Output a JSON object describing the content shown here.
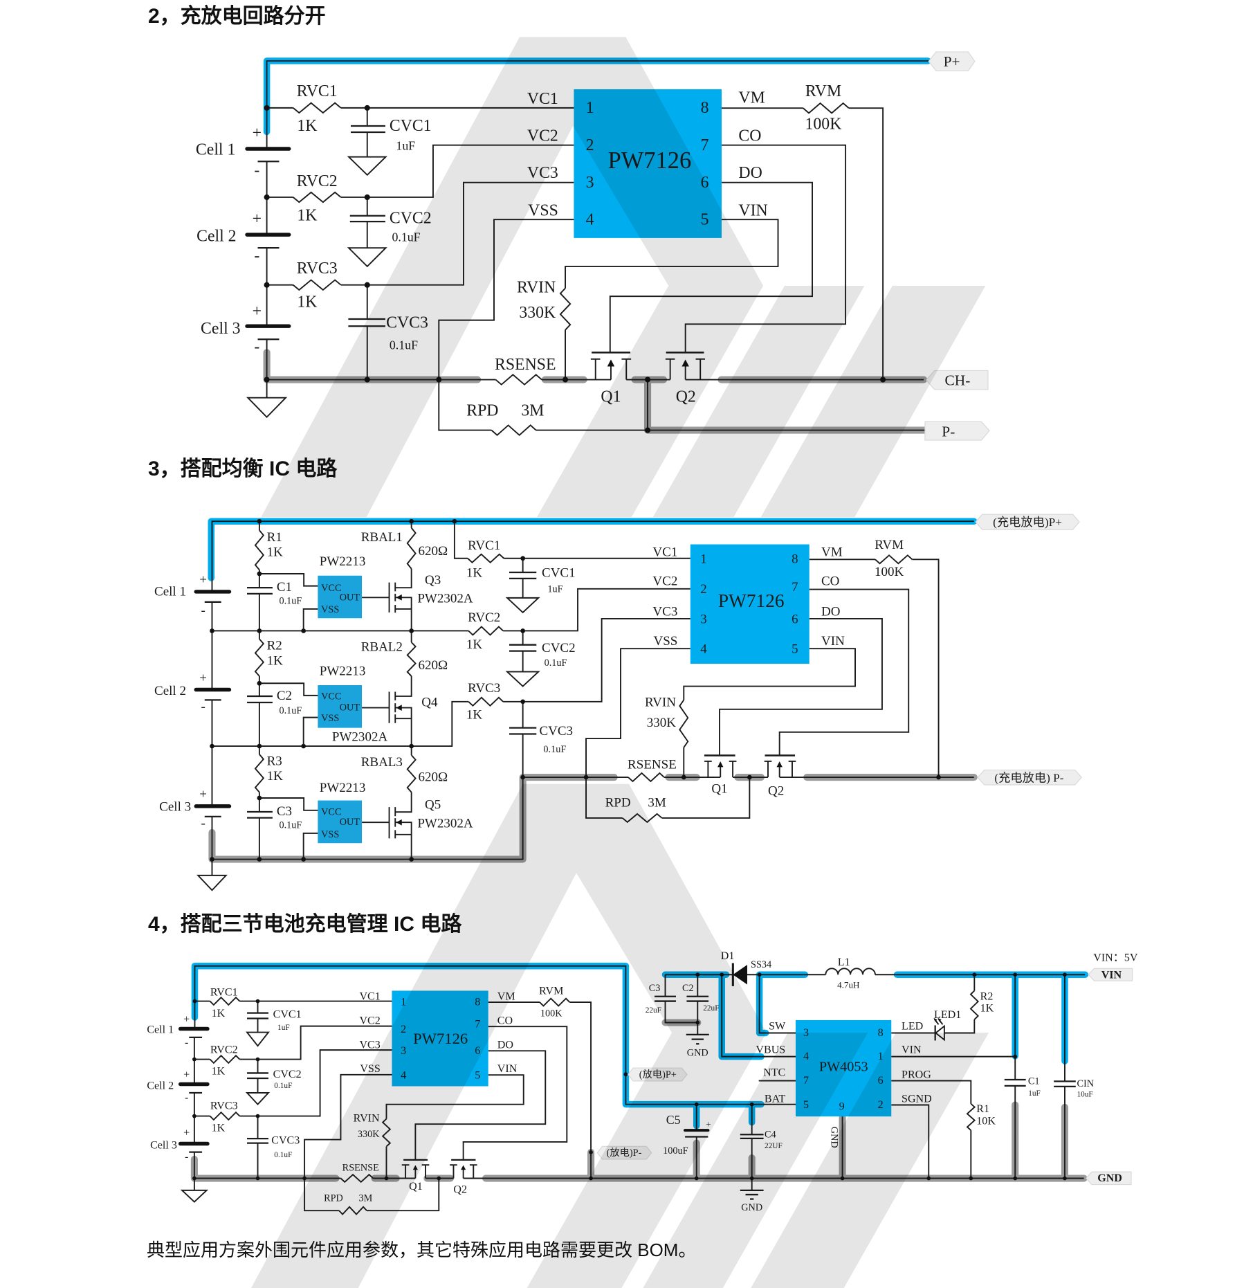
{
  "page": {
    "section2_title": "2，充放电回路分开",
    "section3_title": "3，搭配均衡 IC 电路",
    "section4_title": "4，搭配三节电池充电管理 IC 电路",
    "footnote": "典型应用方案外围元件应用参数，其它特殊应用电路需要更改 BOM。"
  },
  "colors": {
    "ic_fill": "#00aeef",
    "balance_ic_fill": "#1ba3dc",
    "positive_highlight": "#00aeef",
    "negative_highlight": "#8a8a8a",
    "port_tag": "#eeeeee",
    "watermark": "rgba(0,0,0,0.1)"
  },
  "c1": {
    "plus": "+",
    "minus": "-",
    "cells": [
      "Cell 1",
      "Cell 2",
      "Cell 3"
    ],
    "rvc1": {
      "ref": "RVC1",
      "value": "1K"
    },
    "rvc2": {
      "ref": "RVC2",
      "value": "1K"
    },
    "rvc3": {
      "ref": "RVC3",
      "value": "1K"
    },
    "cvc1": {
      "ref": "CVC1",
      "value": "1uF"
    },
    "cvc2": {
      "ref": "CVC2",
      "value": "0.1uF"
    },
    "cvc3": {
      "ref": "CVC3",
      "value": "0.1uF"
    },
    "ic": {
      "part": "PW7126",
      "pins": [
        {
          "num": "1",
          "net": "VC1"
        },
        {
          "num": "2",
          "net": "VC2"
        },
        {
          "num": "3",
          "net": "VC3"
        },
        {
          "num": "4",
          "net": "VSS"
        },
        {
          "num": "5",
          "net": "VIN"
        },
        {
          "num": "6",
          "net": "DO"
        },
        {
          "num": "7",
          "net": "CO"
        },
        {
          "num": "8",
          "net": "VM"
        }
      ]
    },
    "rvm": {
      "ref": "RVM",
      "value": "100K"
    },
    "rvin": {
      "ref": "RVIN",
      "value": "330K"
    },
    "rsense": {
      "ref": "RSENSE"
    },
    "rpd": {
      "ref": "RPD",
      "value": "3M"
    },
    "q1": "Q1",
    "q2": "Q2",
    "ports": {
      "pos": "P+",
      "charge_neg": "CH-",
      "neg": "P-"
    }
  },
  "c2": {
    "plus": "+",
    "minus": "-",
    "cells": [
      "Cell 1",
      "Cell 2",
      "Cell 3"
    ],
    "r1": {
      "ref": "R1",
      "value": "1K"
    },
    "r2": {
      "ref": "R2",
      "value": "1K"
    },
    "r3": {
      "ref": "R3",
      "value": "1K"
    },
    "c1": {
      "ref": "C1",
      "value": "0.1uF"
    },
    "c2": {
      "ref": "C2",
      "value": "0.1uF"
    },
    "c3": {
      "ref": "C3",
      "value": "0.1uF"
    },
    "balance_ic": {
      "part": "PW2213",
      "vcc": "VCC",
      "out": "OUT",
      "vss": "VSS"
    },
    "rbal1": {
      "ref": "RBAL1",
      "value": "620Ω"
    },
    "rbal2": {
      "ref": "RBAL2",
      "value": "620Ω"
    },
    "rbal3": {
      "ref": "RBAL3",
      "value": "620Ω"
    },
    "q3": {
      "ref": "Q3",
      "part": "PW2302A"
    },
    "q4": {
      "ref": "Q4",
      "part": "PW2302A"
    },
    "q5": {
      "ref": "Q5",
      "part": "PW2302A"
    },
    "rvc1": {
      "ref": "RVC1",
      "value": "1K"
    },
    "rvc2": {
      "ref": "RVC2",
      "value": "1K"
    },
    "rvc3": {
      "ref": "RVC3",
      "value": "1K"
    },
    "cvc1": {
      "ref": "CVC1",
      "value": "1uF"
    },
    "cvc2": {
      "ref": "CVC2",
      "value": "0.1uF"
    },
    "cvc3": {
      "ref": "CVC3",
      "value": "0.1uF"
    },
    "ic": {
      "part": "PW7126",
      "pins": [
        {
          "num": "1",
          "net": "VC1"
        },
        {
          "num": "2",
          "net": "VC2"
        },
        {
          "num": "3",
          "net": "VC3"
        },
        {
          "num": "4",
          "net": "VSS"
        },
        {
          "num": "5",
          "net": "VIN"
        },
        {
          "num": "6",
          "net": "DO"
        },
        {
          "num": "7",
          "net": "CO"
        },
        {
          "num": "8",
          "net": "VM"
        }
      ]
    },
    "rvm": {
      "ref": "RVM",
      "value": "100K"
    },
    "rvin": {
      "ref": "RVIN",
      "value": "330K"
    },
    "rsense": {
      "ref": "RSENSE"
    },
    "rpd": {
      "ref": "RPD",
      "value": "3M"
    },
    "q1": "Q1",
    "q2": "Q2",
    "ports": {
      "pos": "(充电放电)P+",
      "neg": "(充电放电) P-"
    }
  },
  "c3": {
    "plus": "+",
    "minus": "-",
    "cells": [
      "Cell 1",
      "Cell 2",
      "Cell 3"
    ],
    "rvc1": {
      "ref": "RVC1",
      "value": "1K"
    },
    "rvc2": {
      "ref": "RVC2",
      "value": "1K"
    },
    "rvc3": {
      "ref": "RVC3",
      "value": "1K"
    },
    "cvc1": {
      "ref": "CVC1",
      "value": "1uF"
    },
    "cvc2": {
      "ref": "CVC2",
      "value": "0.1uF"
    },
    "cvc3": {
      "ref": "CVC3",
      "value": "0.1uF"
    },
    "ic": {
      "part": "PW7126",
      "pins": [
        {
          "num": "1",
          "net": "VC1"
        },
        {
          "num": "2",
          "net": "VC2"
        },
        {
          "num": "3",
          "net": "VC3"
        },
        {
          "num": "4",
          "net": "VSS"
        },
        {
          "num": "5",
          "net": "VIN"
        },
        {
          "num": "6",
          "net": "DO"
        },
        {
          "num": "7",
          "net": "CO"
        },
        {
          "num": "8",
          "net": "VM"
        }
      ]
    },
    "rvm": {
      "ref": "RVM",
      "value": "100K"
    },
    "rvin": {
      "ref": "RVIN",
      "value": "330K"
    },
    "rsense": {
      "ref": "RSENSE"
    },
    "rpd": {
      "ref": "RPD",
      "value": "3M"
    },
    "q1": "Q1",
    "q2": "Q2",
    "ports": {
      "pos": "(放电)P+",
      "neg": "(放电)P-",
      "vin": "VIN",
      "gnd": "GND"
    },
    "vin_note": "VIN：5V",
    "charger_ic": {
      "part": "PW4053",
      "pins": [
        {
          "num": "1",
          "net": "VIN"
        },
        {
          "num": "2",
          "net": "SGND"
        },
        {
          "num": "3",
          "net": "SW"
        },
        {
          "num": "4",
          "net": "VBUS"
        },
        {
          "num": "5",
          "net": "BAT"
        },
        {
          "num": "6",
          "net": "PROG"
        },
        {
          "num": "7",
          "net": "NTC"
        },
        {
          "num": "8",
          "net": "LED"
        },
        {
          "num": "9",
          "net": "GND"
        }
      ]
    },
    "d1": {
      "ref": "D1",
      "part": "SS34"
    },
    "l1": {
      "ref": "L1",
      "value": "4.7uH"
    },
    "c3": {
      "ref": "C3",
      "value": "22uF"
    },
    "c2": {
      "ref": "C2",
      "value": "22uF"
    },
    "c5": {
      "ref": "C5",
      "value": "100uF",
      "polarity": "+"
    },
    "c4": {
      "ref": "C4",
      "value": "22UF"
    },
    "c1": {
      "ref": "C1",
      "value": "1uF"
    },
    "cin": {
      "ref": "CIN",
      "value": "10uF"
    },
    "r1": {
      "ref": "R1",
      "value": "10K"
    },
    "r2": {
      "ref": "R2",
      "value": "1K"
    },
    "led1": {
      "ref": "LED1"
    },
    "gnd_label": "GND"
  }
}
